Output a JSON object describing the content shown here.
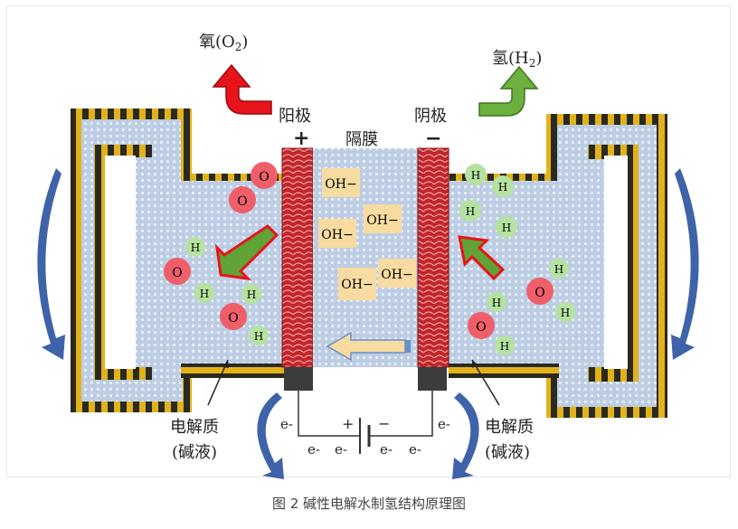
{
  "labels": {
    "oxygen": "氧(O",
    "oxygen_sub": "2",
    "oxygen_close": ")",
    "hydrogen": "氢(H",
    "hydrogen_sub": "2",
    "hydrogen_close": ")",
    "anode": "阳极",
    "anode_sign": "+",
    "membrane": "隔膜",
    "cathode": "阴极",
    "cathode_sign": "−",
    "electrolyte_left_1": "电解质",
    "electrolyte_left_2": "(碱液)",
    "electrolyte_right_1": "电解质",
    "electrolyte_right_2": "(碱液)"
  },
  "ions": {
    "hydroxide": "OH−",
    "oxygen_atom": "O",
    "hydrogen_atom": "H",
    "electron": "e-"
  },
  "battery": {
    "plus": "+",
    "minus": "−"
  },
  "caption": "图 2 碱性电解水制氢结构原理图",
  "colors": {
    "electrolyte": "#b9cbe3",
    "electrode": "#c0262a",
    "oxygen_atom": "#ef5f6a",
    "hydrogen_atom": "#b6e2a1",
    "hydroxide_box": "#f7dba0",
    "arrow_oxygen": "#e8141b",
    "arrow_hydrogen": "#5fa336",
    "circulation_arrow": "#3e63a8",
    "pipe_stripe": "#e3b21a",
    "terminal": "#3c3c3c"
  }
}
